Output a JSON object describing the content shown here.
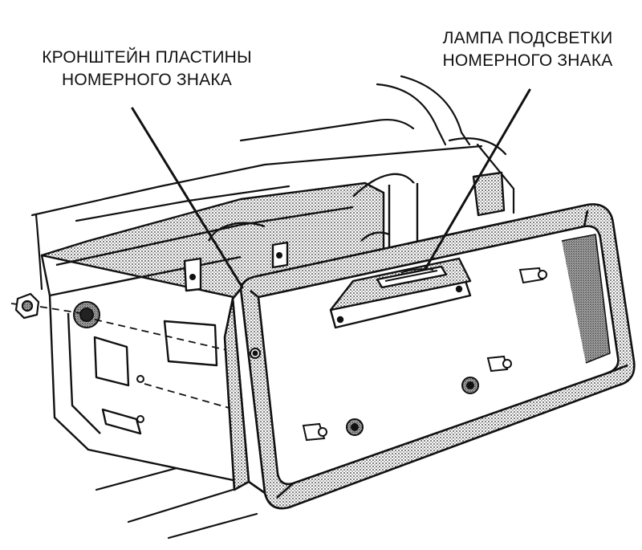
{
  "callouts": {
    "bracket": {
      "line1": "КРОНШТЕЙН ПЛАСТИНЫ",
      "line2": "НОМЕРНОГО ЗНАКА"
    },
    "lamp": {
      "line1": "ЛАМПА ПОДСВЕТКИ",
      "line2": "НОМЕРНОГО ЗНАКА"
    }
  },
  "colors": {
    "ink": "#111111",
    "paper": "#ffffff",
    "shade": "#8a8a8a"
  }
}
